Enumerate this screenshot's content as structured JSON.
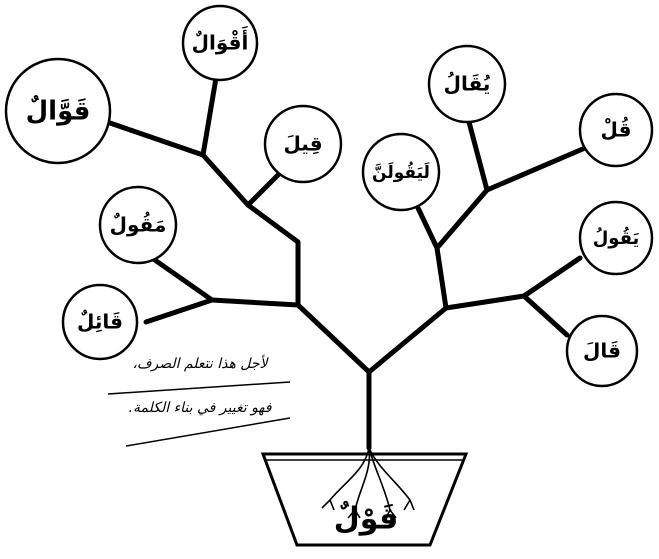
{
  "root_word": "قَوْلٌ",
  "leaves": {
    "aqwal": "أَقْوَالٌ",
    "qawwal": "قَوَّالٌ",
    "qil": "قِيلَ",
    "maqul": "مَقُولٌ",
    "qail": "قَائِلٌ",
    "yuqal": "يُقَالُ",
    "qul": "قُلْ",
    "layaqulanna": "لَيَقُولَنَّ",
    "yaqul": "يَقُولُ",
    "qala": "قَالَ"
  },
  "note": {
    "line1": "لأجل هذا نتعلم الصرف،",
    "line2": "فهو تغيير في بناء الكلمة."
  }
}
